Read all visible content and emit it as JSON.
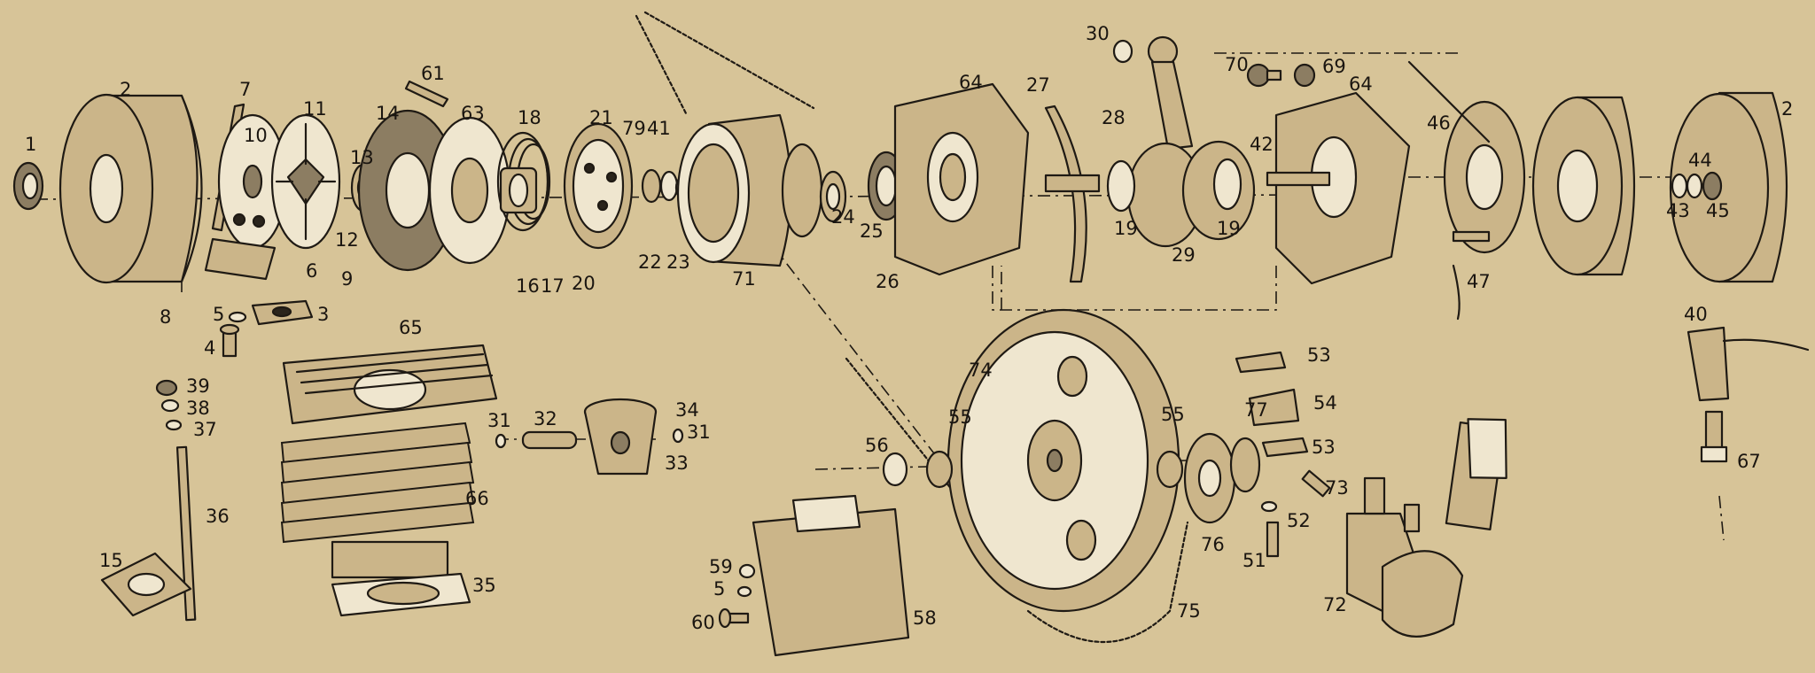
{
  "labels": [
    {
      "id": "p1",
      "text": "1"
    },
    {
      "id": "p2a",
      "text": "2"
    },
    {
      "id": "p7",
      "text": "7"
    },
    {
      "id": "p10",
      "text": "10"
    },
    {
      "id": "p11",
      "text": "11"
    },
    {
      "id": "p61",
      "text": "61"
    },
    {
      "id": "p14",
      "text": "14"
    },
    {
      "id": "p63",
      "text": "63"
    },
    {
      "id": "p18",
      "text": "18"
    },
    {
      "id": "p21",
      "text": "21"
    },
    {
      "id": "p79",
      "text": "79"
    },
    {
      "id": "p41",
      "text": "41"
    },
    {
      "id": "p13",
      "text": "13"
    },
    {
      "id": "p12",
      "text": "12"
    },
    {
      "id": "p6",
      "text": "6"
    },
    {
      "id": "p9",
      "text": "9"
    },
    {
      "id": "p8",
      "text": "8"
    },
    {
      "id": "p5a",
      "text": "5"
    },
    {
      "id": "p3",
      "text": "3"
    },
    {
      "id": "p4",
      "text": "4"
    },
    {
      "id": "p16",
      "text": "16"
    },
    {
      "id": "p17",
      "text": "17"
    },
    {
      "id": "p20",
      "text": "20"
    },
    {
      "id": "p22",
      "text": "22"
    },
    {
      "id": "p23",
      "text": "23"
    },
    {
      "id": "p71",
      "text": "71"
    },
    {
      "id": "p24",
      "text": "24"
    },
    {
      "id": "p25",
      "text": "25"
    },
    {
      "id": "p26",
      "text": "26"
    },
    {
      "id": "p64a",
      "text": "64"
    },
    {
      "id": "p27",
      "text": "27"
    },
    {
      "id": "p28",
      "text": "28"
    },
    {
      "id": "p30",
      "text": "30"
    },
    {
      "id": "p70",
      "text": "70"
    },
    {
      "id": "p69",
      "text": "69"
    },
    {
      "id": "p64b",
      "text": "64"
    },
    {
      "id": "p42",
      "text": "42"
    },
    {
      "id": "p19a",
      "text": "19"
    },
    {
      "id": "p29",
      "text": "29"
    },
    {
      "id": "p19b",
      "text": "19"
    },
    {
      "id": "p46",
      "text": "46"
    },
    {
      "id": "p47",
      "text": "47"
    },
    {
      "id": "p43",
      "text": "43"
    },
    {
      "id": "p44",
      "text": "44"
    },
    {
      "id": "p45",
      "text": "45"
    },
    {
      "id": "p2b",
      "text": "2"
    },
    {
      "id": "p65",
      "text": "65"
    },
    {
      "id": "p39",
      "text": "39"
    },
    {
      "id": "p38",
      "text": "38"
    },
    {
      "id": "p37",
      "text": "37"
    },
    {
      "id": "p36",
      "text": "36"
    },
    {
      "id": "p15",
      "text": "15"
    },
    {
      "id": "p66",
      "text": "66"
    },
    {
      "id": "p35",
      "text": "35"
    },
    {
      "id": "p31a",
      "text": "31"
    },
    {
      "id": "p32",
      "text": "32"
    },
    {
      "id": "p34",
      "text": "34"
    },
    {
      "id": "p31b",
      "text": "31"
    },
    {
      "id": "p33",
      "text": "33"
    },
    {
      "id": "p74",
      "text": "74"
    },
    {
      "id": "p55a",
      "text": "55"
    },
    {
      "id": "p56",
      "text": "56"
    },
    {
      "id": "p59",
      "text": "59"
    },
    {
      "id": "p5b",
      "text": "5"
    },
    {
      "id": "p60",
      "text": "60"
    },
    {
      "id": "p58",
      "text": "58"
    },
    {
      "id": "p55b",
      "text": "55"
    },
    {
      "id": "p77",
      "text": "77"
    },
    {
      "id": "p76",
      "text": "76"
    },
    {
      "id": "p75",
      "text": "75"
    },
    {
      "id": "p53a",
      "text": "53"
    },
    {
      "id": "p54",
      "text": "54"
    },
    {
      "id": "p53b",
      "text": "53"
    },
    {
      "id": "p73",
      "text": "73"
    },
    {
      "id": "p52",
      "text": "52"
    },
    {
      "id": "p51",
      "text": "51"
    },
    {
      "id": "p72",
      "text": "72"
    },
    {
      "id": "p40",
      "text": "40"
    },
    {
      "id": "p67",
      "text": "67"
    }
  ]
}
